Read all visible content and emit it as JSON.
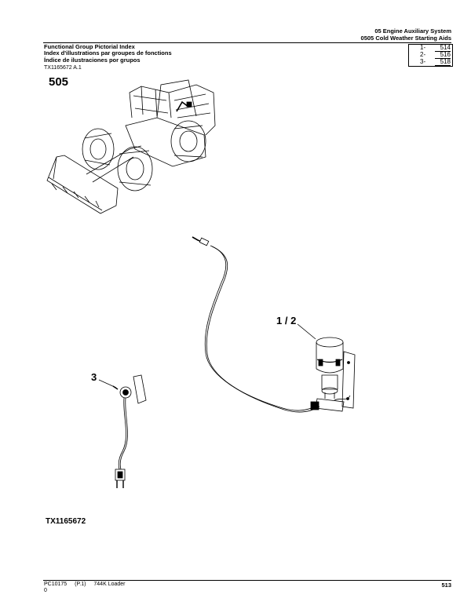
{
  "header": {
    "section_title": "05 Engine Auxiliary System",
    "group_title": "0505 Cold Weather Starting Aids"
  },
  "titles": [
    "Functional Group Pictorial Index",
    "Index d'illustrations par groupes de fonctions",
    "Índice de ilustraciones por grupos"
  ],
  "page_table": [
    {
      "item": "1-",
      "page": "514"
    },
    {
      "item": "2-",
      "page": "516"
    },
    {
      "item": "3-",
      "page": "518"
    }
  ],
  "figure": {
    "ref_top": "TX1165672 A.1",
    "group_number": "505",
    "callout_12": "1 / 2",
    "callout_3": "3",
    "figure_id": "TX1165672"
  },
  "footer": {
    "catalog": "PC10175",
    "part": "(P.1)",
    "model": "744K Loader",
    "sub": "0",
    "page_number": "513"
  }
}
